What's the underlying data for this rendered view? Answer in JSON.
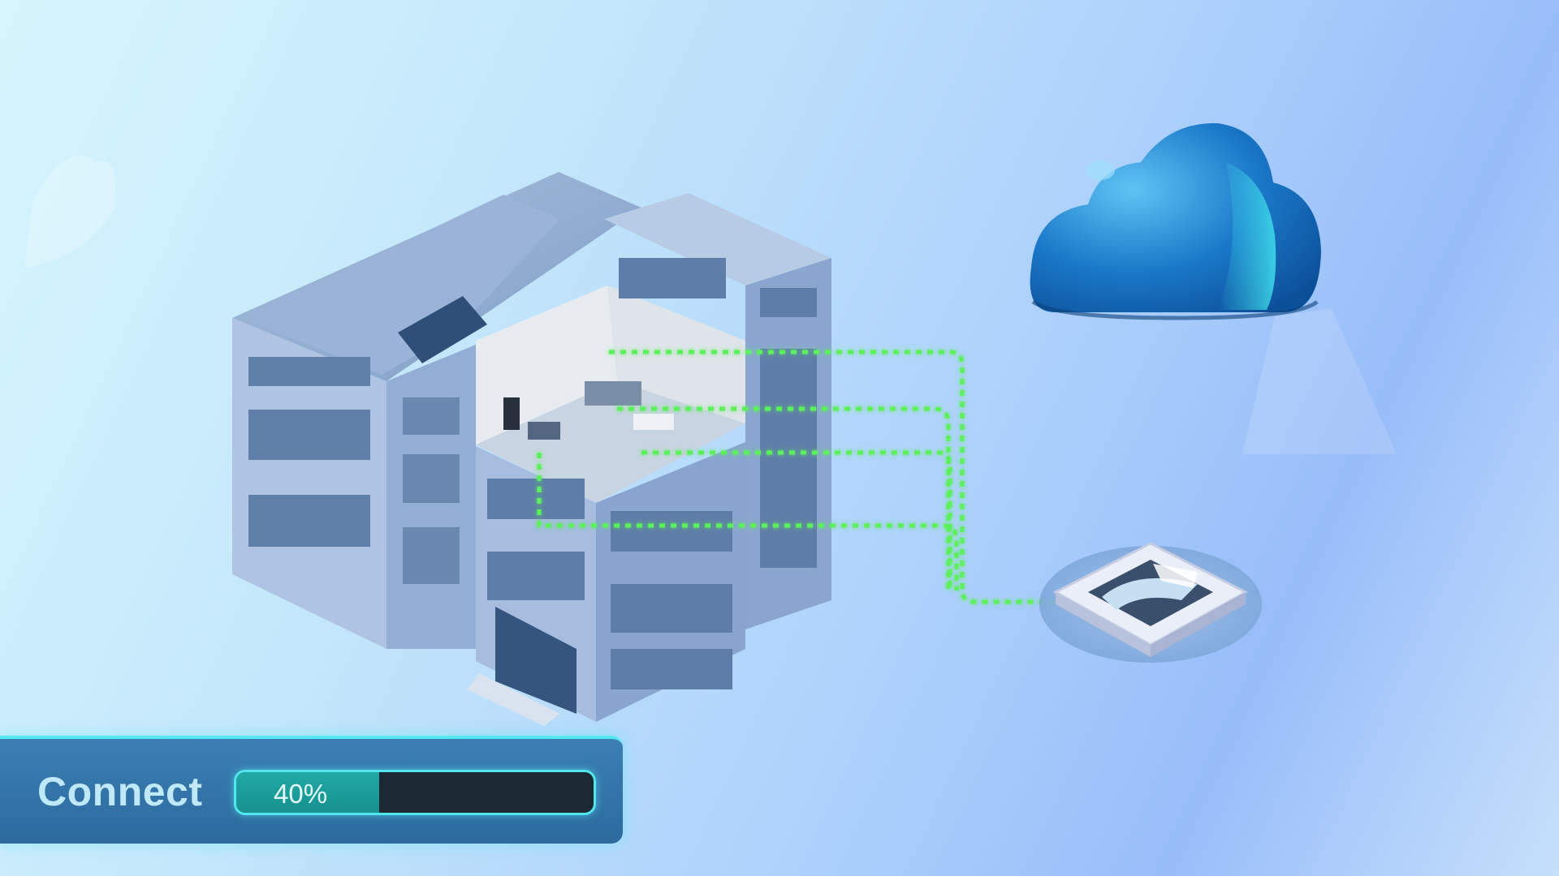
{
  "connect": {
    "label": "Connect",
    "progress_text": "40%",
    "progress_value": 0.4
  },
  "colors": {
    "link_green": "#5cf05c",
    "panel_border": "#56e8f2",
    "progress_fill": "#1b9f9c",
    "cloud_blue": "#1a78c8"
  },
  "icons": {
    "building": "office-building-icon",
    "cloud": "cloud-icon",
    "hub": "chip-hub-icon"
  }
}
